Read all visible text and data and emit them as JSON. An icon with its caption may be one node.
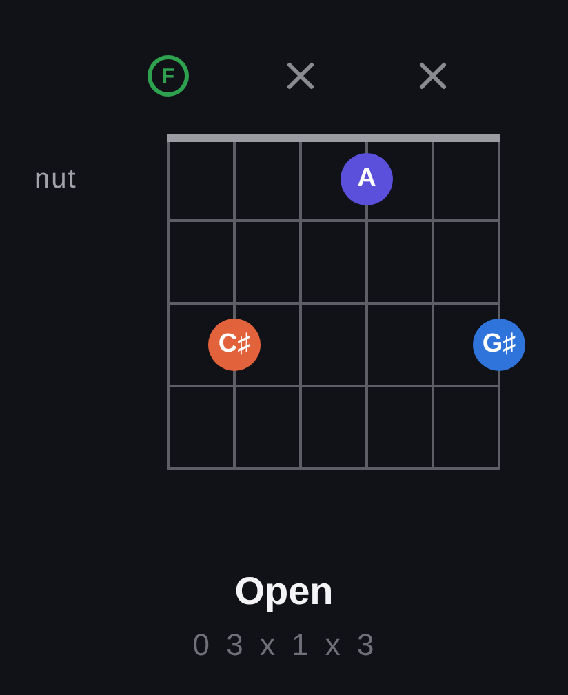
{
  "diagram": {
    "title": "Open",
    "caption": "0 3 x 1 x 3",
    "nodes": [
      {
        "text": [
          "F"
        ]
      },
      {
        "text": [],
        "shape": "cross"
      },
      {
        "text": [],
        "shape": "cross"
      },
      {
        "text": [
          "A"
        ]
      },
      {
        "text": [
          "C♯"
        ]
      },
      {
        "text": [
          "G♯"
        ]
      }
    ],
    "labels": [
      "nut"
    ]
  }
}
